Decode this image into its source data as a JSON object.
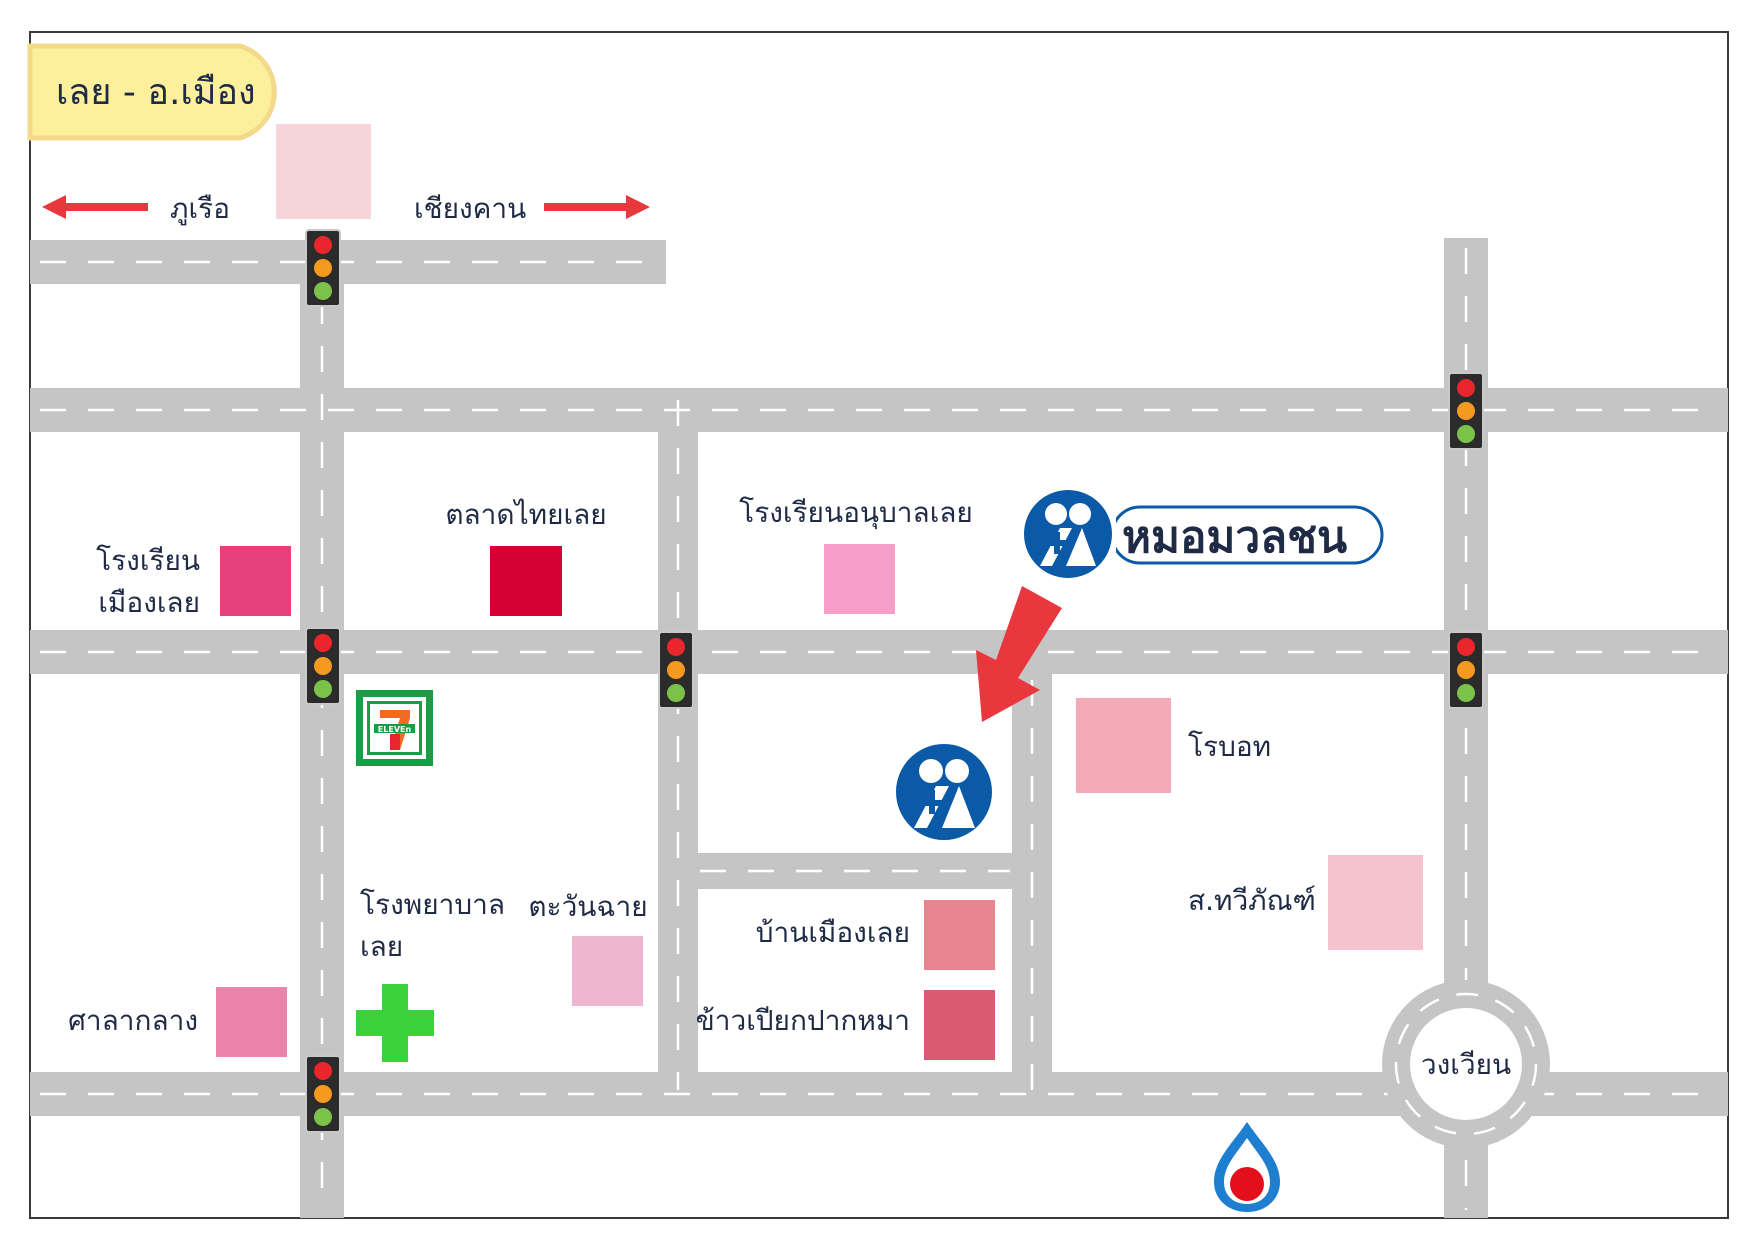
{
  "map": {
    "title": "เลย - อ.เมือง",
    "directions": {
      "left": "ภูเรือ",
      "right": "เชียงคาน"
    },
    "brand": "หมอมวลชน",
    "places": {
      "school_muang_loei_line1": "โรงเรียน",
      "school_muang_loei_line2": "เมืองเลย",
      "talad_thai_loei": "ตลาดไทยเลย",
      "kindergarten": "โรงเรียนอนุบาลเลย",
      "robinson": "โรบอท",
      "sor_tawee": "ส.ทวีภัณฑ์",
      "hospital_line1": "โรงพยาบาล",
      "hospital_line2": "เลย",
      "tawan_chai": "ตะวันฉาย",
      "ban_muang_loei": "บ้านเมืองเลย",
      "khao_piak": "ข้าวเปียกปากหมา",
      "sala_klang": "ศาลากลาง",
      "roundabout": "วงเวียน"
    },
    "store_logo": "ELEVEn",
    "colors": {
      "road": "#c5c5c6",
      "title_bg": "#fdf09d",
      "brand_blue": "#0a5aa8",
      "arrow_red": "#e8383d",
      "pharmacy_green": "#3bd13b",
      "seven_green": "#1b9c46"
    }
  }
}
